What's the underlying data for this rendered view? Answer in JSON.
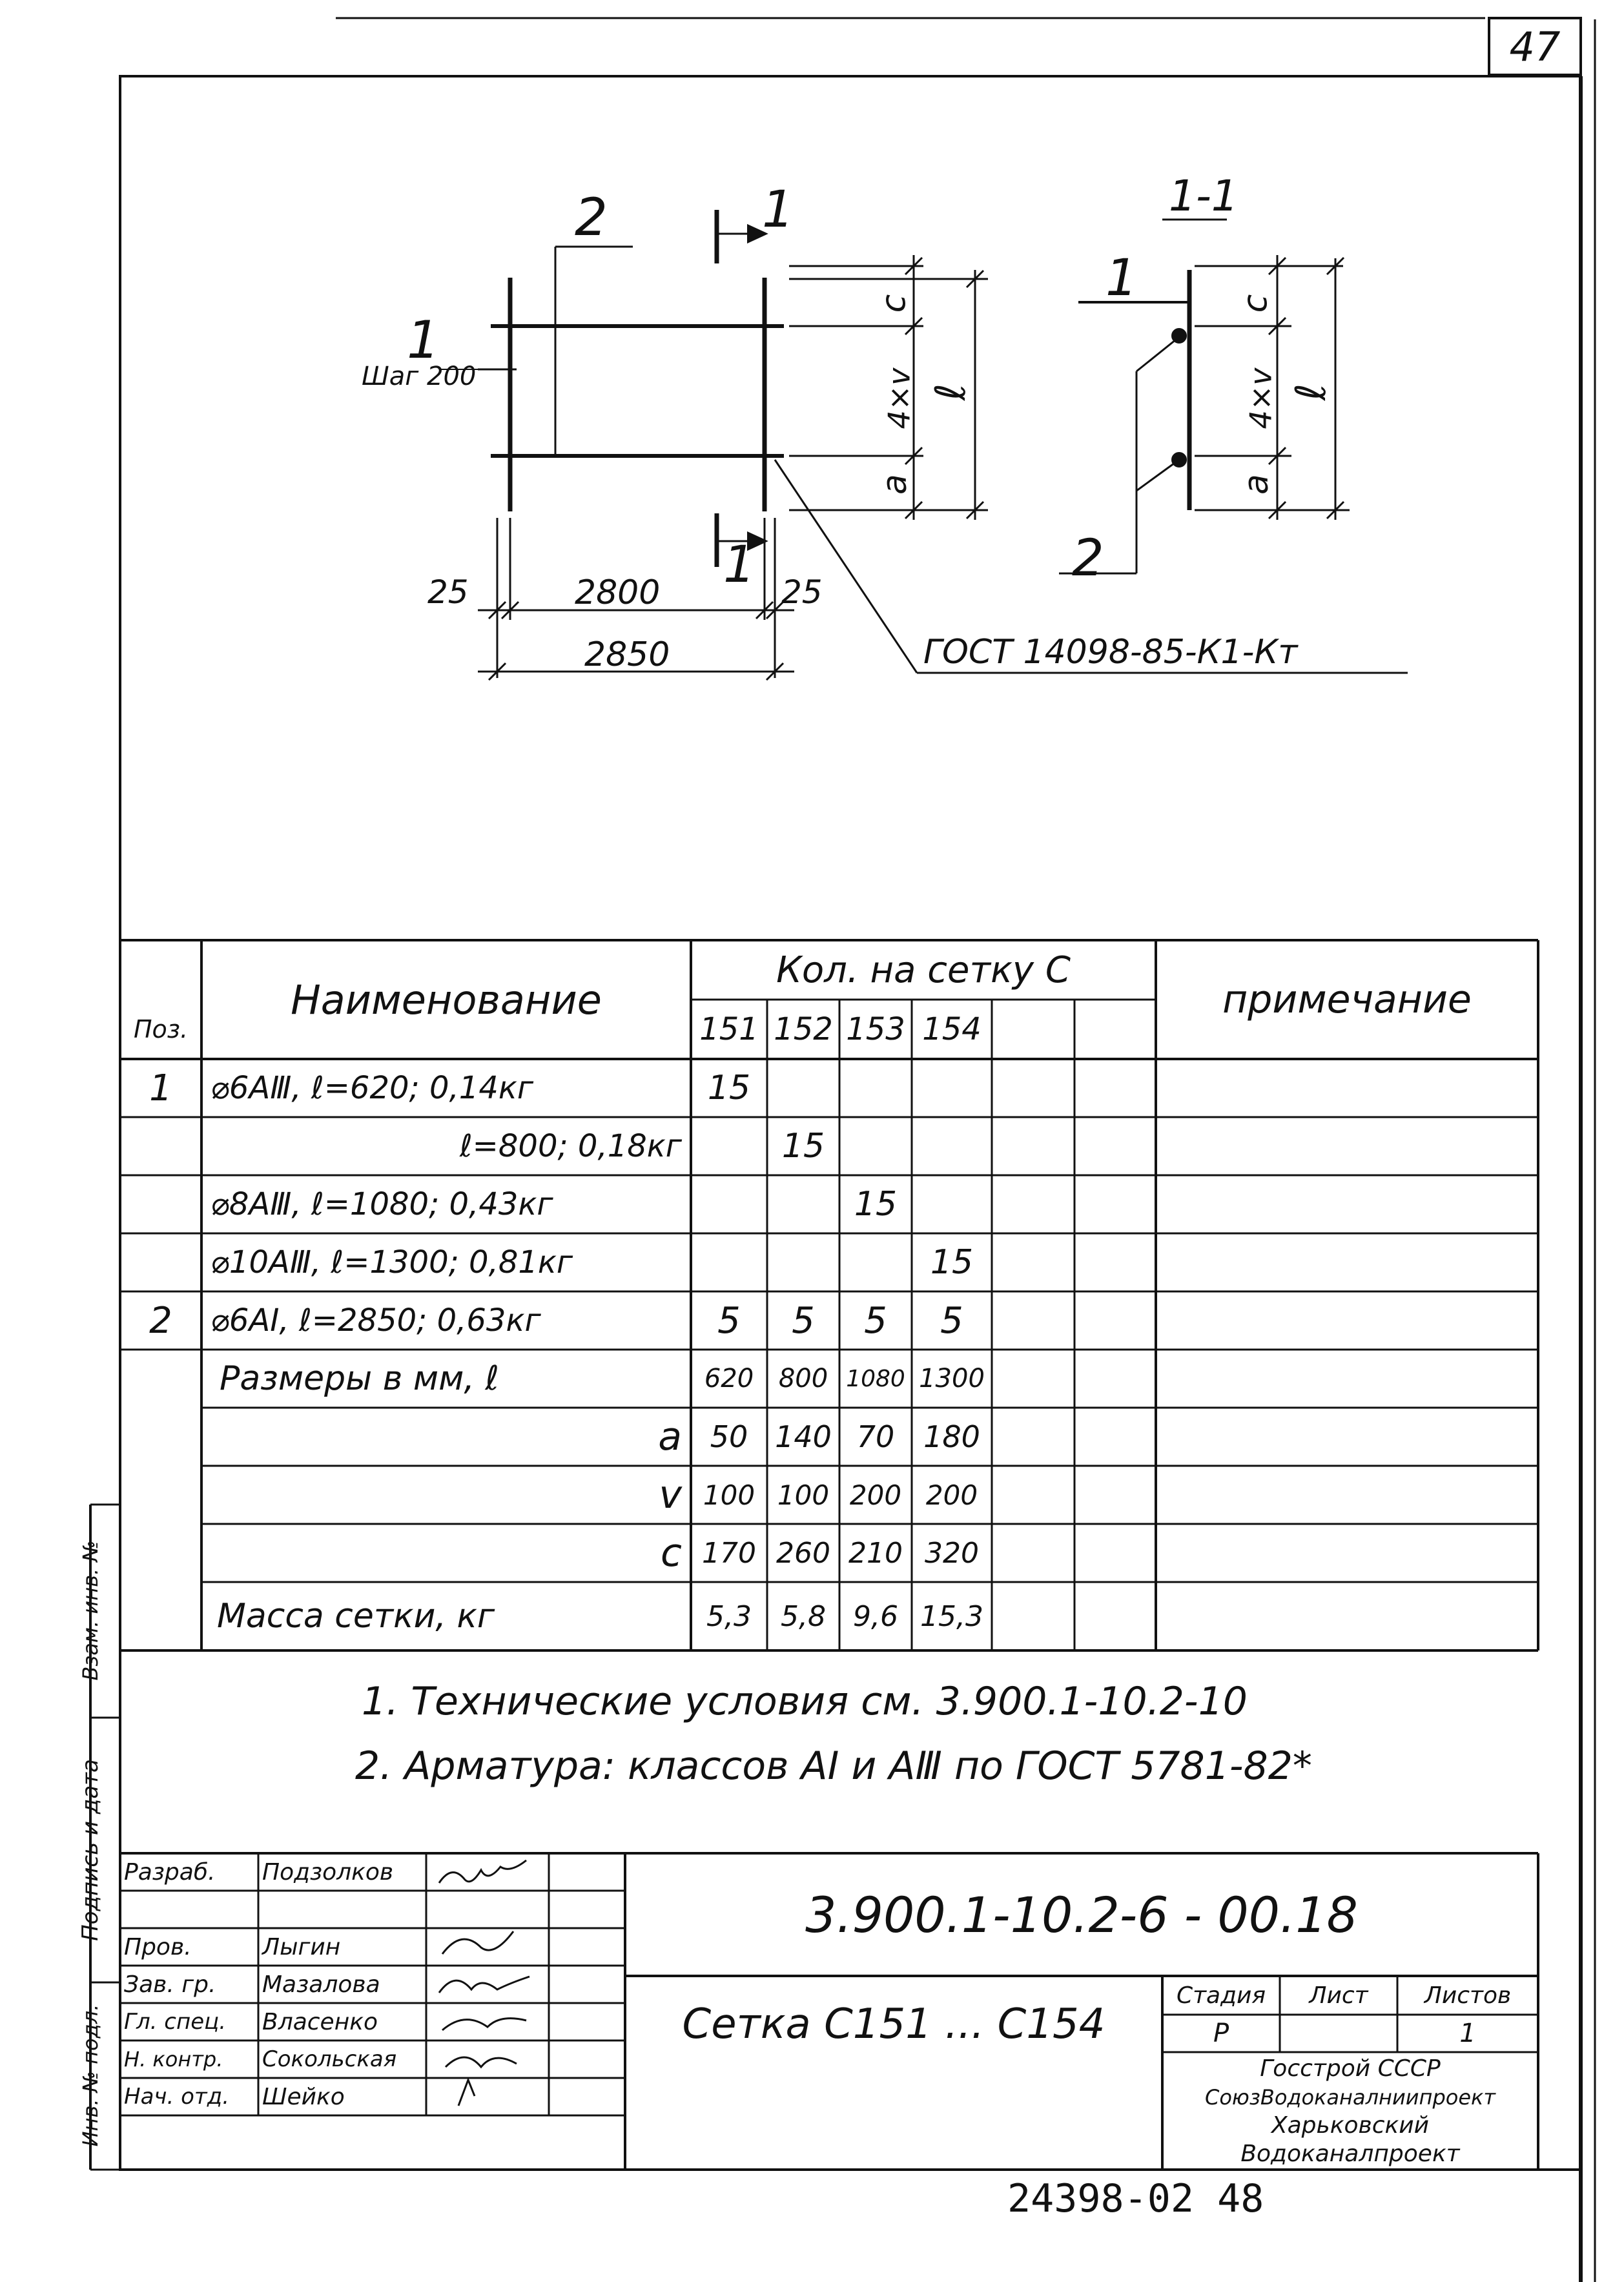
{
  "sheet_number": "47",
  "drawing": {
    "section_mark": "1",
    "detail_mark_2": "2",
    "pos1_label": "1",
    "pitch_label": "Шаг 200",
    "dim_left": "25",
    "dim_span": "2800",
    "dim_right": "25",
    "dim_total": "2850",
    "dim_c": "c",
    "dim_4v": "4×v",
    "dim_a": "a",
    "dim_l": "ℓ",
    "weld_ref": "ГОСТ 14098-85-К1-Кт",
    "section_title": "1-1",
    "section_pos1": "1",
    "section_pos2": "2"
  },
  "spec_table": {
    "headers": {
      "pos": "Поз.",
      "name": "Наименование",
      "qty": "Кол. на сетку  С",
      "note": "примечание",
      "cols": [
        "151",
        "152",
        "153",
        "154"
      ]
    },
    "rows": [
      {
        "pos": "1",
        "name": "⌀6АⅢ,  ℓ=620;   0,14кг",
        "vals": [
          "15",
          "",
          "",
          ""
        ]
      },
      {
        "pos": "",
        "name": "ℓ=800;   0,18кг",
        "vals": [
          "",
          "15",
          "",
          ""
        ]
      },
      {
        "pos": "",
        "name": "⌀8АⅢ,  ℓ=1080;  0,43кг",
        "vals": [
          "",
          "",
          "15",
          ""
        ]
      },
      {
        "pos": "",
        "name": "⌀10АⅢ,  ℓ=1300;  0,81кг",
        "vals": [
          "",
          "",
          "",
          "15"
        ]
      },
      {
        "pos": "2",
        "name": "⌀6АⅠ,  ℓ=2850;  0,63кг",
        "vals": [
          "5",
          "5",
          "5",
          "5"
        ]
      },
      {
        "pos": "",
        "name": "Размеры в мм,   ℓ",
        "vals": [
          "620",
          "800",
          "1080",
          "1300"
        ]
      },
      {
        "pos": "",
        "name": "a",
        "vals": [
          "50",
          "140",
          "70",
          "180"
        ]
      },
      {
        "pos": "",
        "name": "v",
        "vals": [
          "100",
          "100",
          "200",
          "200"
        ]
      },
      {
        "pos": "",
        "name": "c",
        "vals": [
          "170",
          "260",
          "210",
          "320"
        ]
      },
      {
        "pos": "",
        "name": "Масса сетки,  кг",
        "vals": [
          "5,3",
          "5,8",
          "9,6",
          "15,3"
        ]
      }
    ]
  },
  "notes": [
    "1. Технические условия     см. 3.900.1-10.2-10",
    "2. Арматура: классов АⅠ и АⅢ по ГОСТ 5781-82*"
  ],
  "side_stamp": {
    "inv_podl": "Инв. № подл.",
    "signature_date": "Подпись и дата",
    "vzam_inv": "Взам. инв. №"
  },
  "title_block": {
    "document_code": "3.900.1-10.2-6 - 00.18",
    "document_title": "Сетка  С151 ... С154",
    "roles": [
      {
        "role": "Разраб.",
        "name": "Подзолков"
      },
      {
        "role": "Пров.",
        "name": "Лыгин"
      },
      {
        "role": "Зав. гр.",
        "name": "Мазалова"
      },
      {
        "role": "Гл. спец.",
        "name": "Власенко"
      },
      {
        "role": "Н. контр.",
        "name": "Сокольская"
      },
      {
        "role": "Нач. отд.",
        "name": "Шейко"
      }
    ],
    "stage_header": "Стадия",
    "sheet_header": "Лист",
    "sheets_header": "Листов",
    "stage": "Р",
    "sheet": "",
    "sheets": "1",
    "organization": [
      "Госстрой СССР",
      "СоюзВодоканалниипроект",
      "Харьковский",
      "Водоканалпроект"
    ]
  },
  "archive_number": "24398-02   48"
}
